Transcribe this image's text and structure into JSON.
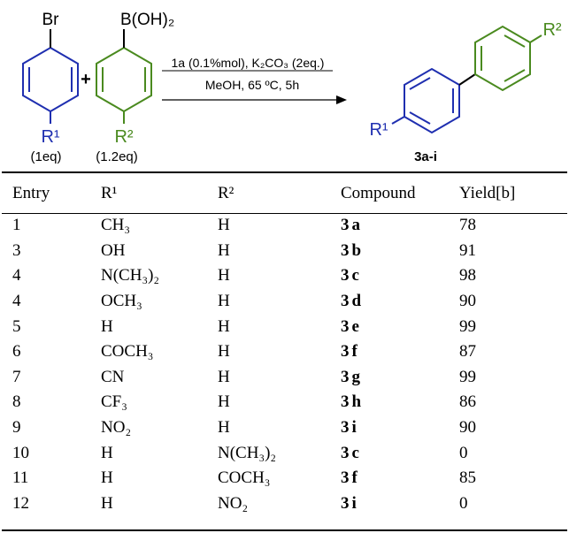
{
  "scheme": {
    "reactant1": {
      "substituent_top": "Br",
      "substituent_bottom": "R¹",
      "equiv": "(1eq)"
    },
    "plus": "+",
    "reactant2": {
      "substituent_top": "B(OH)₂",
      "substituent_bottom": "R²",
      "equiv": "(1.2eq)"
    },
    "conditions_line1": "1a (0.1%mol), K₂CO₃ (2eq.)",
    "conditions_line2": "MeOH, 65 ºC, 5h",
    "product": {
      "substituent_left": "R¹",
      "substituent_right": "R²",
      "label": "3a-i"
    },
    "colors": {
      "r1": "#1f2fb0",
      "r2": "#4a8a1f",
      "black": "#000000"
    }
  },
  "table": {
    "headers": [
      "Entry",
      "R¹",
      "R²",
      "Compound",
      "Yield[b]"
    ],
    "rows": [
      {
        "entry": "1",
        "r1": "CH₃",
        "r2": "H",
        "cmp_num": "3",
        "cmp_let": "a",
        "yield": "78"
      },
      {
        "entry": "3",
        "r1": "OH",
        "r2": "H",
        "cmp_num": "3",
        "cmp_let": "b",
        "yield": "91"
      },
      {
        "entry": "4",
        "r1": "N(CH₃)₂",
        "r2": "H",
        "cmp_num": "3",
        "cmp_let": "c",
        "yield": "98"
      },
      {
        "entry": "4",
        "r1": "OCH₃",
        "r2": "H",
        "cmp_num": "3",
        "cmp_let": "d",
        "yield": "90"
      },
      {
        "entry": "5",
        "r1": "H",
        "r2": "H",
        "cmp_num": "3",
        "cmp_let": "e",
        "yield": "99"
      },
      {
        "entry": "6",
        "r1": "COCH₃",
        "r2": "H",
        "cmp_num": "3",
        "cmp_let": "f",
        "yield": "87"
      },
      {
        "entry": "7",
        "r1": "CN",
        "r2": "H",
        "cmp_num": "3",
        "cmp_let": "g",
        "yield": "99"
      },
      {
        "entry": "8",
        "r1": "CF₃",
        "r2": "H",
        "cmp_num": "3",
        "cmp_let": "h",
        "yield": "86"
      },
      {
        "entry": "9",
        "r1": "NO₂",
        "r2": "H",
        "cmp_num": "3",
        "cmp_let": "i",
        "yield": "90"
      },
      {
        "entry": "10",
        "r1": "H",
        "r2": "N(CH₃)₂",
        "cmp_num": "3",
        "cmp_let": "c",
        "yield": "0"
      },
      {
        "entry": "11",
        "r1": "H",
        "r2": "COCH₃",
        "cmp_num": "3",
        "cmp_let": "f",
        "yield": "85"
      },
      {
        "entry": "12",
        "r1": "H",
        "r2": "NO₂",
        "cmp_num": "3",
        "cmp_let": "i",
        "yield": "0"
      }
    ]
  }
}
